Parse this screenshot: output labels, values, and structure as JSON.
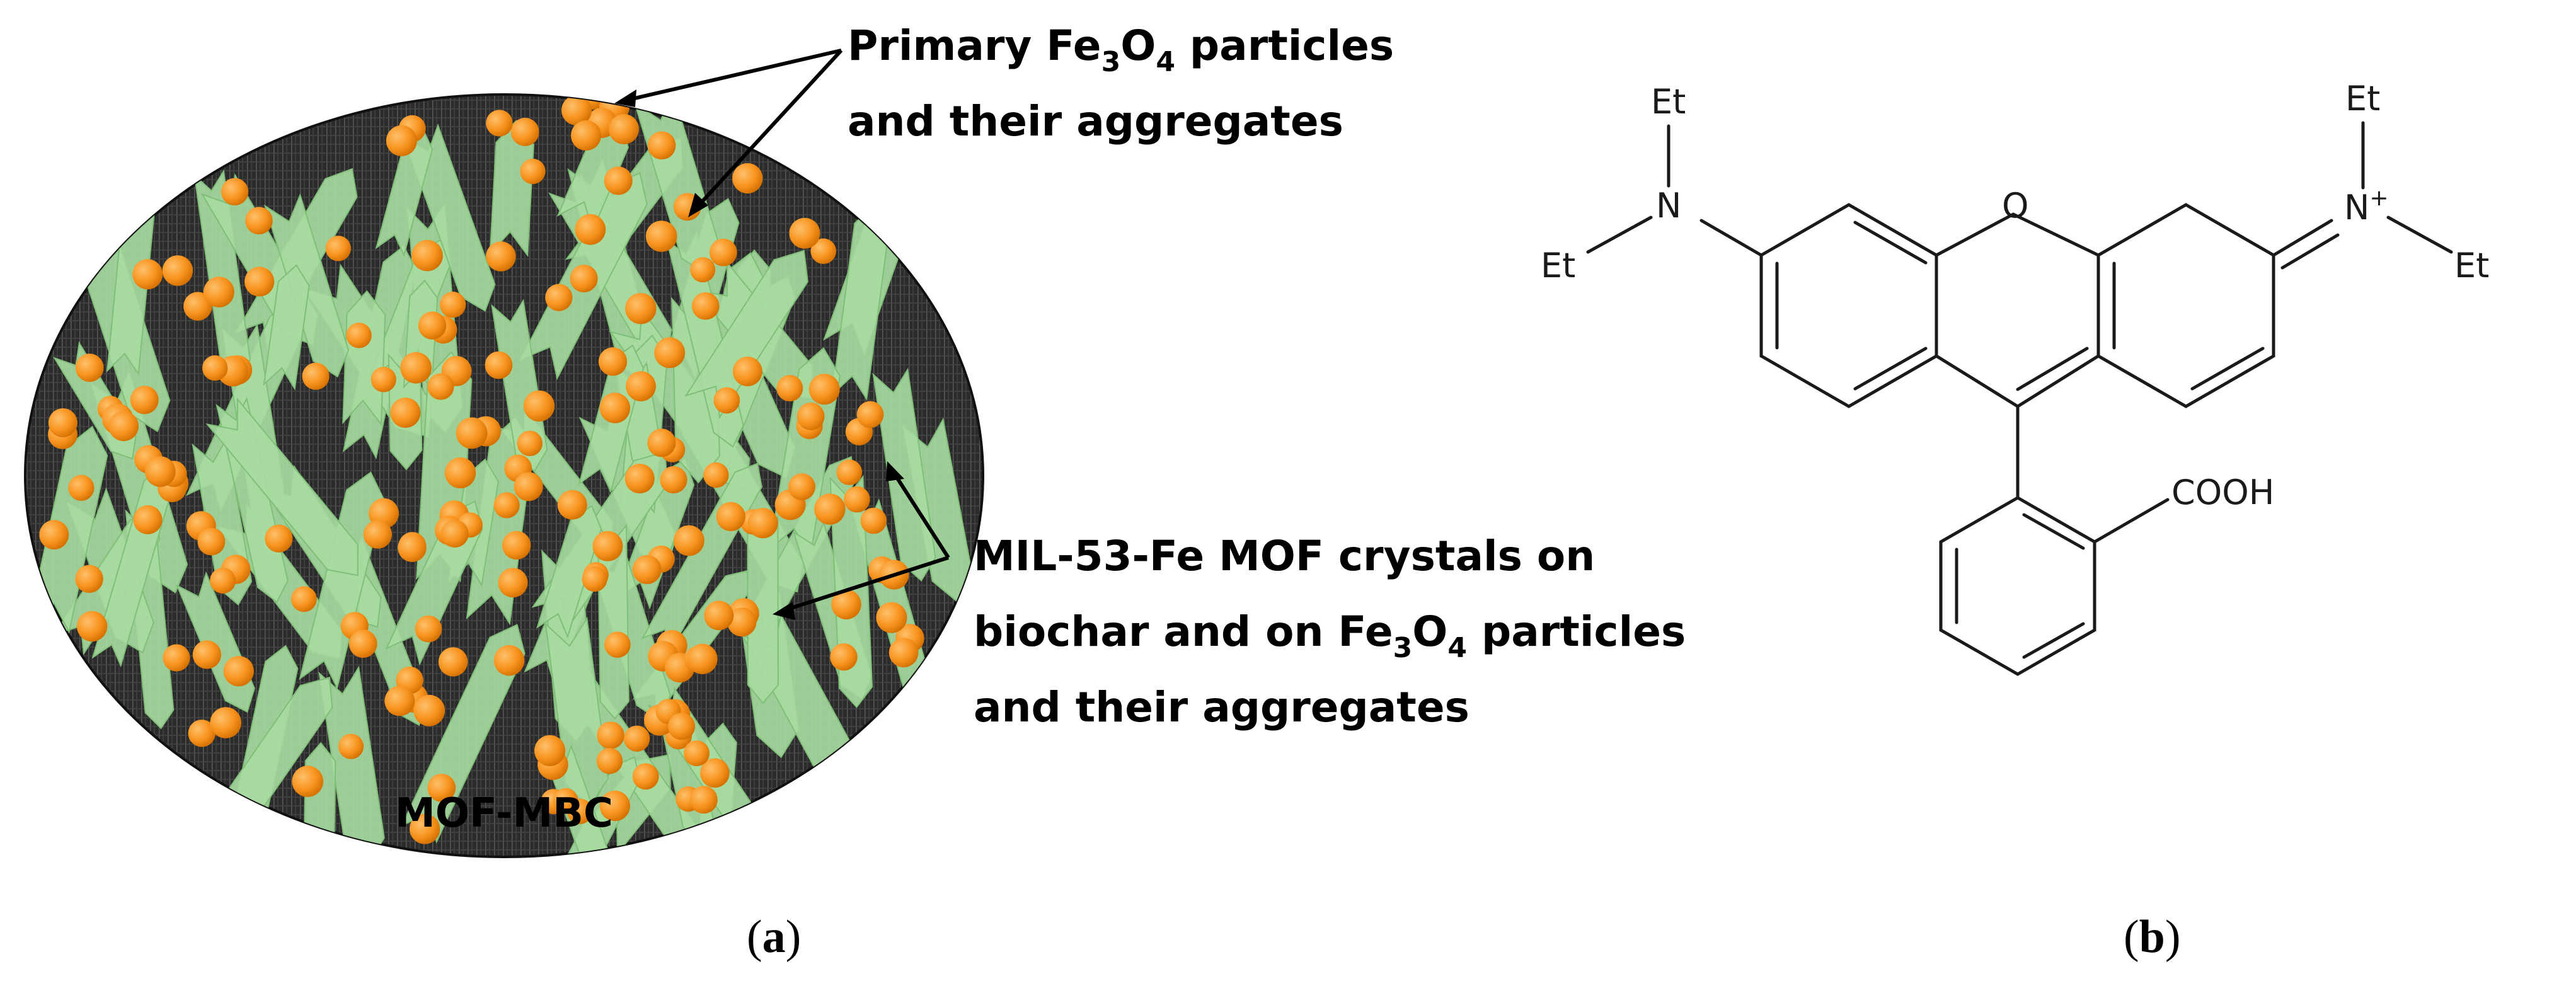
{
  "panel_a": {
    "label_open": "(",
    "label_letter": "a",
    "label_close": ")",
    "composite_label": "MOF-MBC",
    "callout_fe3o4": {
      "line1_prefix": "Primary Fe",
      "line1_sub1": "3",
      "line1_mid": "O",
      "line1_sub2": "4",
      "line1_suffix": " particles",
      "line2": "and their aggregates"
    },
    "callout_mof": {
      "line1": "MIL-53-Fe MOF crystals on",
      "line2_prefix": "biochar and on Fe",
      "line2_sub1": "3",
      "line2_mid": "O",
      "line2_sub2": "4",
      "line2_suffix": " particles",
      "line3": "and their aggregates"
    },
    "colors": {
      "biochar": "#2b2b2b",
      "mof_crystal": "#a7dba0",
      "fe3o4_particle": "#f7931e"
    }
  },
  "panel_b": {
    "label_open": "(",
    "label_letter": "b",
    "label_close": ")",
    "atoms": {
      "et_top_left": "Et",
      "n_left": "N",
      "et_bottom_left": "Et",
      "o_ring": "O",
      "et_top_right": "Et",
      "n_right": "N",
      "n_charge": "+",
      "et_bottom_right": "Et",
      "cooh": "COOH"
    }
  }
}
